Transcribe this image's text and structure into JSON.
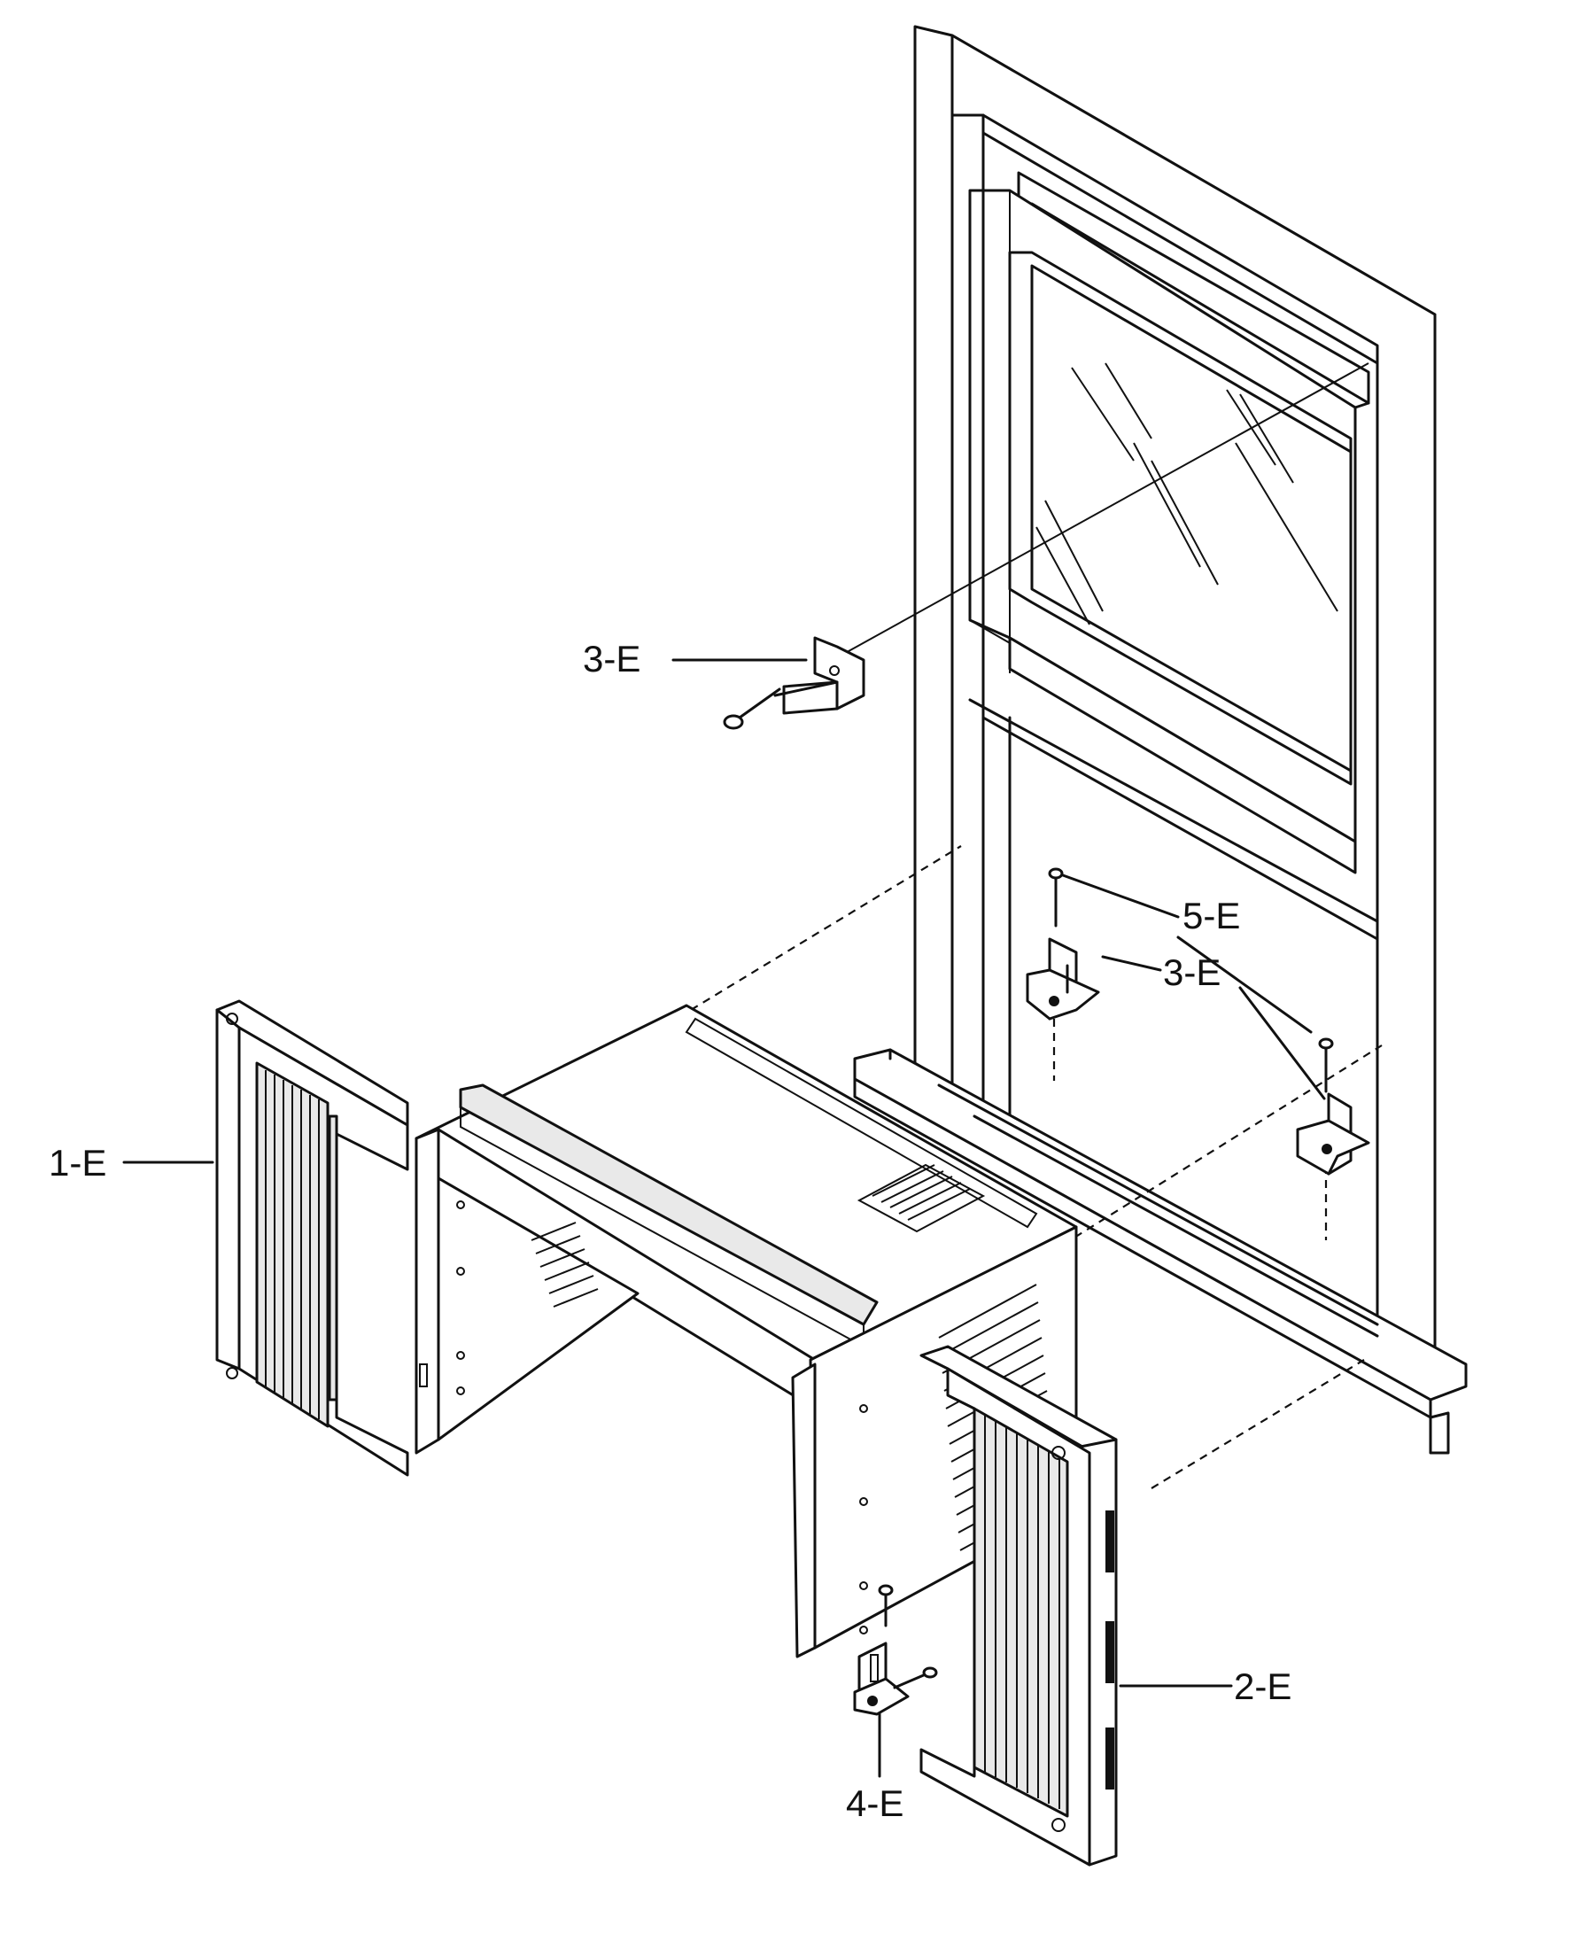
{
  "callouts": {
    "c1": "1-E",
    "c2": "2-E",
    "c3a": "3-E",
    "c3b": "3-E",
    "c4": "4-E",
    "c5": "5-E"
  }
}
